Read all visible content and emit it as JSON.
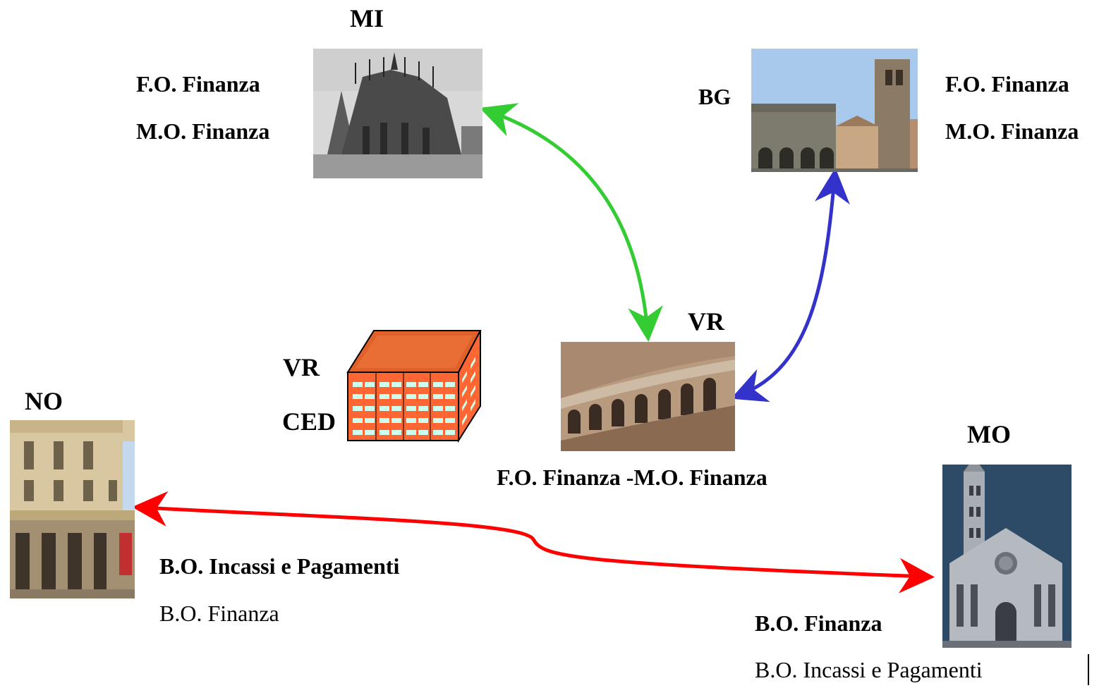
{
  "nodes": {
    "mi": {
      "code": "MI",
      "line1": "F.O. Finanza",
      "line2": "M.O. Finanza"
    },
    "bg": {
      "code": "BG",
      "line1": "F.O. Finanza",
      "line2": "M.O. Finanza"
    },
    "vr": {
      "code": "VR",
      "caption": "F.O. Finanza -M.O. Finanza"
    },
    "ced": {
      "code": "VR",
      "label": "CED"
    },
    "no": {
      "code": "NO",
      "line1": "B.O. Incassi e Pagamenti",
      "line2": "B.O. Finanza"
    },
    "mo": {
      "code": "MO",
      "line1": "B.O. Finanza",
      "line2": "B.O. Incassi e Pagamenti"
    }
  },
  "colors": {
    "mi_vr_link": "#33cc33",
    "bg_vr_link": "#3333cc",
    "no_mo_link": "#ff0000",
    "building": "#ff6633",
    "building_roof": "#e0602a",
    "windows": "#ccffee"
  },
  "icons": {
    "mi": "milan-cathedral-photo",
    "bg": "bergamo-square-photo",
    "vr": "verona-arena-photo",
    "ced": "office-building-icon",
    "no": "novara-portico-photo",
    "mo": "modena-cathedral-photo"
  }
}
